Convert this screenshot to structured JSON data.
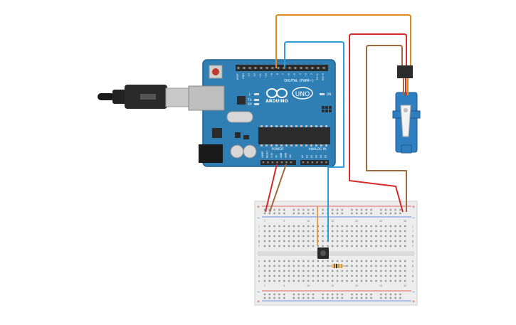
{
  "arduino": {
    "brand": "ARDUINO",
    "model": "UNO",
    "digital_label": "DIGITAL (PWM~)",
    "power_label": "POWER",
    "analog_label": "ANALOG IN",
    "on_label": "ON",
    "tx_label": "TX",
    "rx_label": "RX",
    "l_label": "L",
    "digital_pins": [
      "AREF",
      "GND",
      "13",
      "12",
      "~11",
      "~10",
      "~9",
      "8",
      "7",
      "~6",
      "~5",
      "4",
      "~3",
      "2",
      "TX→1",
      "RX←0"
    ],
    "power_pins": [
      "IOREF",
      "RESET",
      "3.3V",
      "5V",
      "GND",
      "GND",
      "Vin"
    ],
    "analog_pins": [
      "A0",
      "A1",
      "A2",
      "A3",
      "A4",
      "A5"
    ]
  },
  "breadboard": {
    "columns": [
      "1",
      "5",
      "10",
      "15",
      "20",
      "25",
      "30"
    ],
    "row_letters_top": [
      "j",
      "i",
      "h",
      "g",
      "f"
    ],
    "row_letters_bottom": [
      "e",
      "d",
      "c",
      "b",
      "a"
    ],
    "plus": "+",
    "minus": "−"
  },
  "colors": {
    "board": "#2f7fb5",
    "board_edge": "#1f5f8c",
    "header": "#2b2b2b",
    "wire_orange": "#e08a1e",
    "wire_blue": "#2b9fd6",
    "wire_red": "#d42a2a",
    "wire_brown": "#9b6a3f",
    "servo_blue": "#2f7fc0",
    "breadboard": "#ededed",
    "rail_red": "#d33",
    "rail_blue": "#3a6fd8"
  }
}
